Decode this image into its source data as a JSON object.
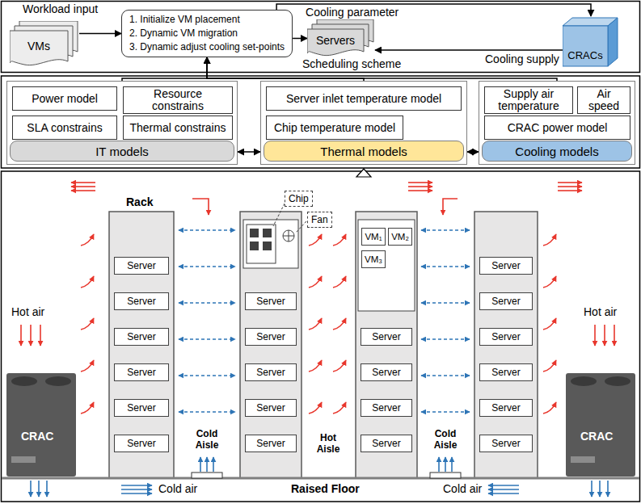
{
  "diagram": {
    "nodes": [
      {
        "text": [
          "VMs"
        ]
      },
      {
        "text": [
          "1. Initialize VM placement",
          "2. Dynamic VM migration",
          "3. Dynamic adjust cooling set-points"
        ]
      },
      {
        "text": [
          "Servers"
        ]
      },
      {
        "text": [
          "CRACs"
        ]
      },
      {
        "text": [
          "IT models"
        ]
      },
      {
        "text": [
          "Power model"
        ],
        "in": 4
      },
      {
        "text": [
          "Resource constrains"
        ],
        "in": 4
      },
      {
        "text": [
          "SLA constrains"
        ],
        "in": 4
      },
      {
        "text": [
          "Thermal constrains"
        ],
        "in": 4
      },
      {
        "text": [
          "Thermal models"
        ]
      },
      {
        "text": [
          "Server inlet temperature model"
        ],
        "in": 9
      },
      {
        "text": [
          "Chip temperature model"
        ],
        "in": 9
      },
      {
        "text": [
          "Cooling models"
        ]
      },
      {
        "text": [
          "Supply air temperature"
        ],
        "in": 12
      },
      {
        "text": [
          "Air speed"
        ],
        "in": 12
      },
      {
        "text": [
          "CRAC power model"
        ],
        "in": 12
      }
    ],
    "edges": [
      {
        "from": 0,
        "to": 1,
        "arrow": "to"
      },
      {
        "from": 1,
        "to": 2,
        "arrow": "to"
      },
      {
        "from": 3,
        "to": 2,
        "label": "Cooling supply",
        "arrow": "to"
      },
      {
        "from": 1,
        "to": 3,
        "label": "Cooling parameter",
        "arrow": "to"
      },
      {
        "from": 4,
        "to": 9,
        "arrow": "both"
      },
      {
        "from": 9,
        "to": 12,
        "arrow": "both"
      },
      {
        "from": 4,
        "to": 1,
        "arrow": "to"
      },
      {
        "from": 9,
        "to": 1,
        "arrow": "to"
      },
      {
        "from": 12,
        "to": 1,
        "arrow": "to"
      }
    ],
    "labels": [
      "Workload input",
      "Scheduling scheme",
      "Hot air",
      "Hot air",
      "Rack",
      "Chip",
      "Fan",
      "VM₁",
      "VM₂",
      "VM₃",
      "Cold Aisle",
      "Hot Aisle",
      "Cold Aisle",
      "CRAC",
      "CRAC",
      "Raised Floor",
      "Cold air",
      "Cold air",
      "Server",
      "Server",
      "Server",
      "Server",
      "Server",
      "Server",
      "Server",
      "Server",
      "Server",
      "Server",
      "Server",
      "Server",
      "Server",
      "Server",
      "Server",
      "Server",
      "Server",
      "Server",
      "Server",
      "Server",
      "Server"
    ]
  }
}
